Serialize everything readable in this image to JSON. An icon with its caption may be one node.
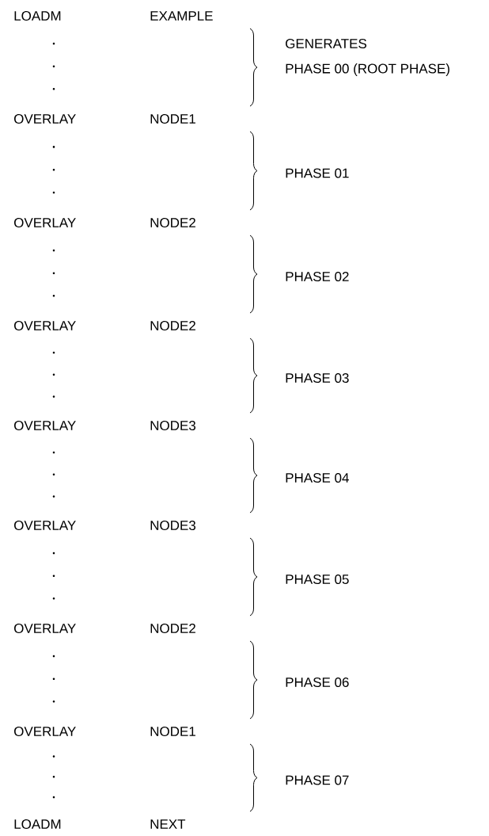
{
  "diagram": {
    "labels": [
      "LOADM",
      "EXAMPLE",
      "GENERATES",
      "PHASE 00 (ROOT PHASE)",
      "OVERLAY",
      "NODE1",
      "PHASE 01",
      "OVERLAY",
      "NODE2",
      "PHASE 02",
      "OVERLAY",
      "NODE2",
      "PHASE 03",
      "OVERLAY",
      "NODE3",
      "PHASE 04",
      "OVERLAY",
      "NODE3",
      "PHASE 05",
      "OVERLAY",
      "NODE2",
      "PHASE 06",
      "OVERLAY",
      "NODE1",
      "PHASE 07",
      "LOADM",
      "NEXT"
    ]
  }
}
